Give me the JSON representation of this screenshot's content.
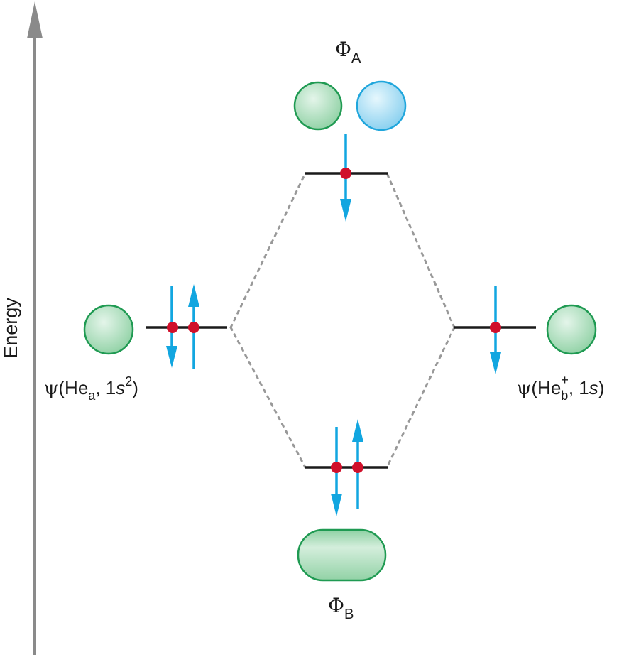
{
  "axis": {
    "label": "Energy"
  },
  "orbitals": {
    "left": {
      "symbol": "ψ",
      "base": "(He",
      "subscript": "a",
      "middle": ", 1",
      "italic": "s",
      "superscript": "2",
      "end": ")"
    },
    "right": {
      "symbol": "ψ",
      "base": "(He",
      "subscript": "b",
      "superscript": "+",
      "middle": ", 1",
      "italic": "s",
      "end": ")"
    },
    "antibonding": {
      "symbol": "Φ",
      "subscript": "A"
    },
    "bonding": {
      "symbol": "Φ",
      "subscript": "B"
    }
  },
  "colors": {
    "axis": "#8a8a8a",
    "level": "#1a1a1a",
    "connector": "#999999",
    "electron": "#d0102b",
    "spin_arrow": "#12a6e0",
    "green_fill": "#a9dab8",
    "green_stroke": "#1f9a52",
    "blue_fill": "#a8ddf3",
    "blue_stroke": "#20a6dc"
  }
}
